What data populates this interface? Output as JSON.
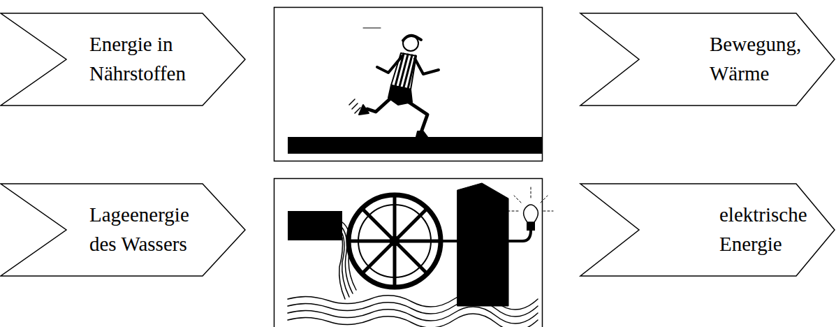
{
  "diagram": {
    "nodes": [
      {
        "text": [
          "Energie in Nährstoffen"
        ]
      },
      {
        "text": [
          "Bewegung, Wärme"
        ]
      },
      {
        "text": [
          "Lageenergie des Wassers"
        ]
      },
      {
        "text": [
          "elektrische Energie"
        ]
      }
    ]
  }
}
